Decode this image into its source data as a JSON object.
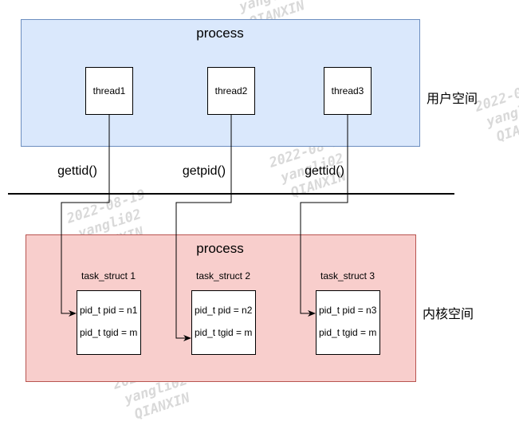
{
  "user_space": {
    "title": "process",
    "label": "用户空间",
    "threads": [
      "thread1",
      "thread2",
      "thread3"
    ],
    "fill": "#dae8fc",
    "stroke": "#6c8ebf"
  },
  "syscalls": [
    "gettid()",
    "getpid()",
    "gettid()"
  ],
  "kernel_space": {
    "title": "process",
    "label": "内核空间",
    "tasks": [
      {
        "name": "task_struct 1",
        "pid": "pid_t pid = n1",
        "tgid": "pid_t tgid = m"
      },
      {
        "name": "task_struct 2",
        "pid": "pid_t pid = n2",
        "tgid": "pid_t tgid = m"
      },
      {
        "name": "task_struct 3",
        "pid": "pid_t pid = n3",
        "tgid": "pid_t tgid = m"
      }
    ],
    "fill": "#f8cecc",
    "stroke": "#b85450"
  },
  "watermark": {
    "lines": [
      "2022-08-19",
      "yangli02",
      "QIANXIN"
    ]
  }
}
